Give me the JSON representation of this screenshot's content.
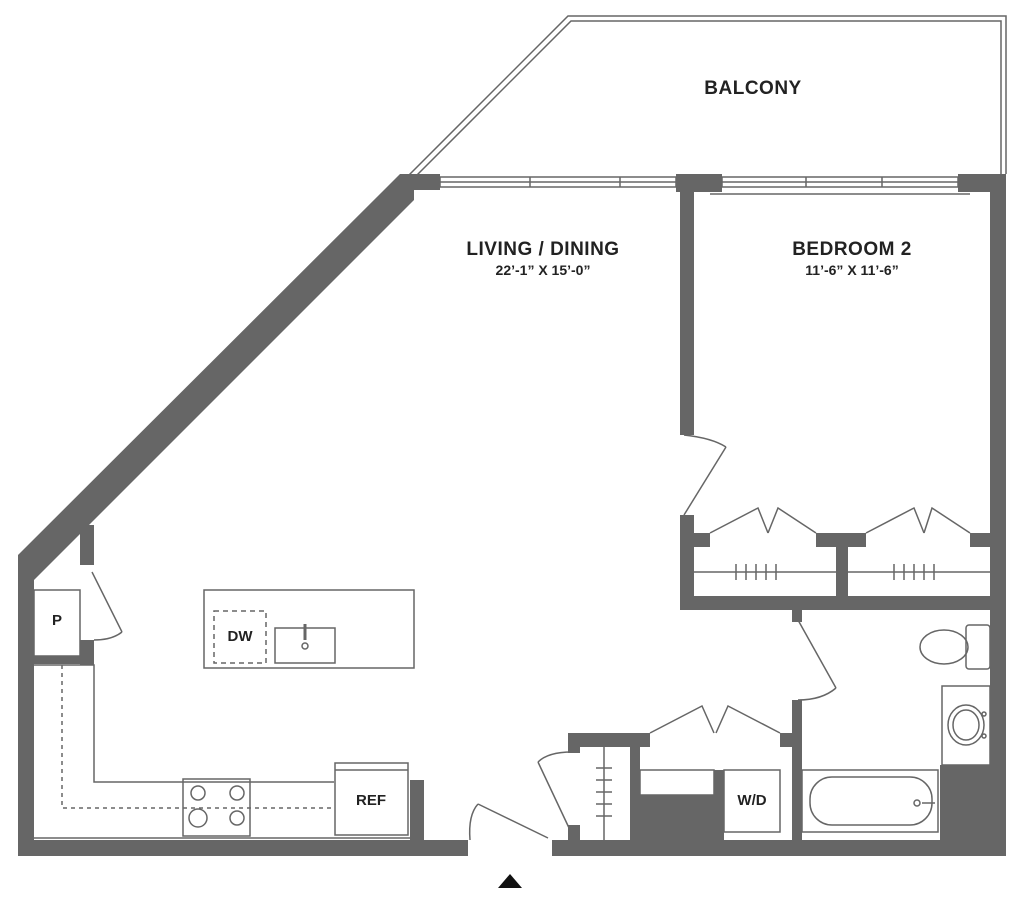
{
  "rooms": {
    "balcony": {
      "name": "BALCONY"
    },
    "living": {
      "name": "LIVING / DINING",
      "dims": "22’-1” X 15’-0”"
    },
    "bedroom": {
      "name": "BEDROOM 2",
      "dims": "11’-6” X 11’-6”"
    }
  },
  "fixtures": {
    "pantry": "P",
    "dishwasher": "DW",
    "refrigerator": "REF",
    "washer_dryer": "W/D"
  },
  "colors": {
    "wall": "#666666",
    "text": "#222222"
  }
}
